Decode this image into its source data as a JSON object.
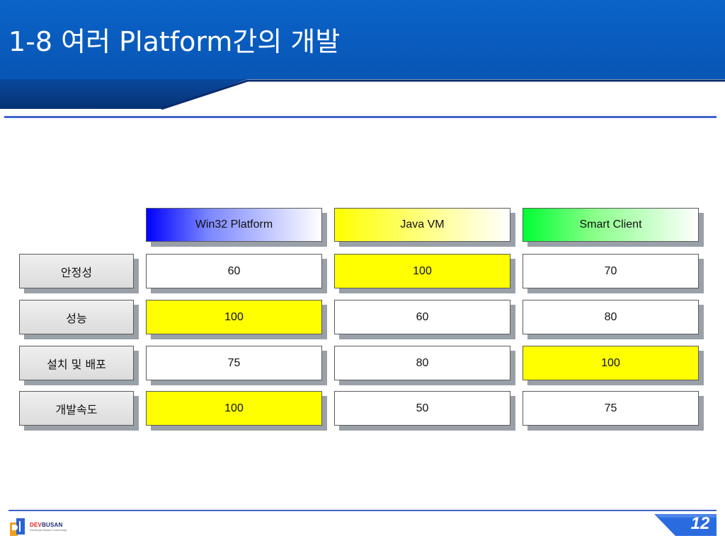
{
  "slide": {
    "title": "1-8 여러 Platform간의 개발",
    "page_number": "12"
  },
  "table": {
    "columns": [
      "Win32 Platform",
      "Java VM",
      "Smart Client"
    ],
    "rows": [
      {
        "label": "안정성",
        "values": [
          "60",
          "100",
          "70"
        ],
        "highlight": [
          false,
          true,
          false
        ]
      },
      {
        "label": "성능",
        "values": [
          "100",
          "60",
          "80"
        ],
        "highlight": [
          true,
          false,
          false
        ]
      },
      {
        "label": "설치 및 배포",
        "values": [
          "75",
          "80",
          "100"
        ],
        "highlight": [
          false,
          false,
          true
        ]
      },
      {
        "label": "개발속도",
        "values": [
          "100",
          "50",
          "75"
        ],
        "highlight": [
          true,
          false,
          false
        ]
      }
    ]
  },
  "footer": {
    "logo_dev": "DEV",
    "logo_city": "BUSAN",
    "logo_tagline": "Developer Busan Community"
  },
  "colors": {
    "header_blue": "#0a5fc4",
    "rule_blue": "#3f63cf",
    "highlight_yellow": "#ffff00",
    "win32_blue": "#0000ff",
    "java_yellow": "#ffff00",
    "smart_green": "#00ff33"
  }
}
